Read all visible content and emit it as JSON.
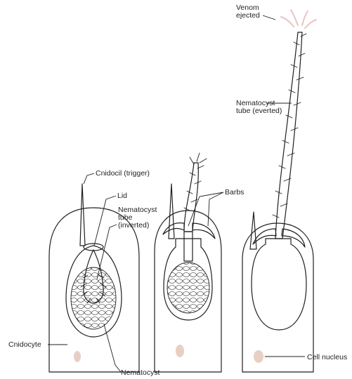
{
  "labels": {
    "venom": [
      "Venom",
      "ejected"
    ],
    "tube_everted": [
      "Nematocyst",
      "tube (everted)"
    ],
    "cnidocil": "Cnidocil (trigger)",
    "lid": "Lid",
    "tube_inverted": [
      "Nematocyst",
      "tube",
      "(inverted)"
    ],
    "barbs": "Barbs",
    "cnidocyte": "Cnidocyte",
    "nematocyst": "Nematocyst",
    "cell_nucleus": "Cell nucleus"
  },
  "colors": {
    "capsule_fill": "#efdcd3",
    "capsule_dark": "#e4c8bc",
    "nucleus": "#e8cfc4",
    "stroke": "#1f1f1f",
    "spray": "#e9c4c0"
  }
}
